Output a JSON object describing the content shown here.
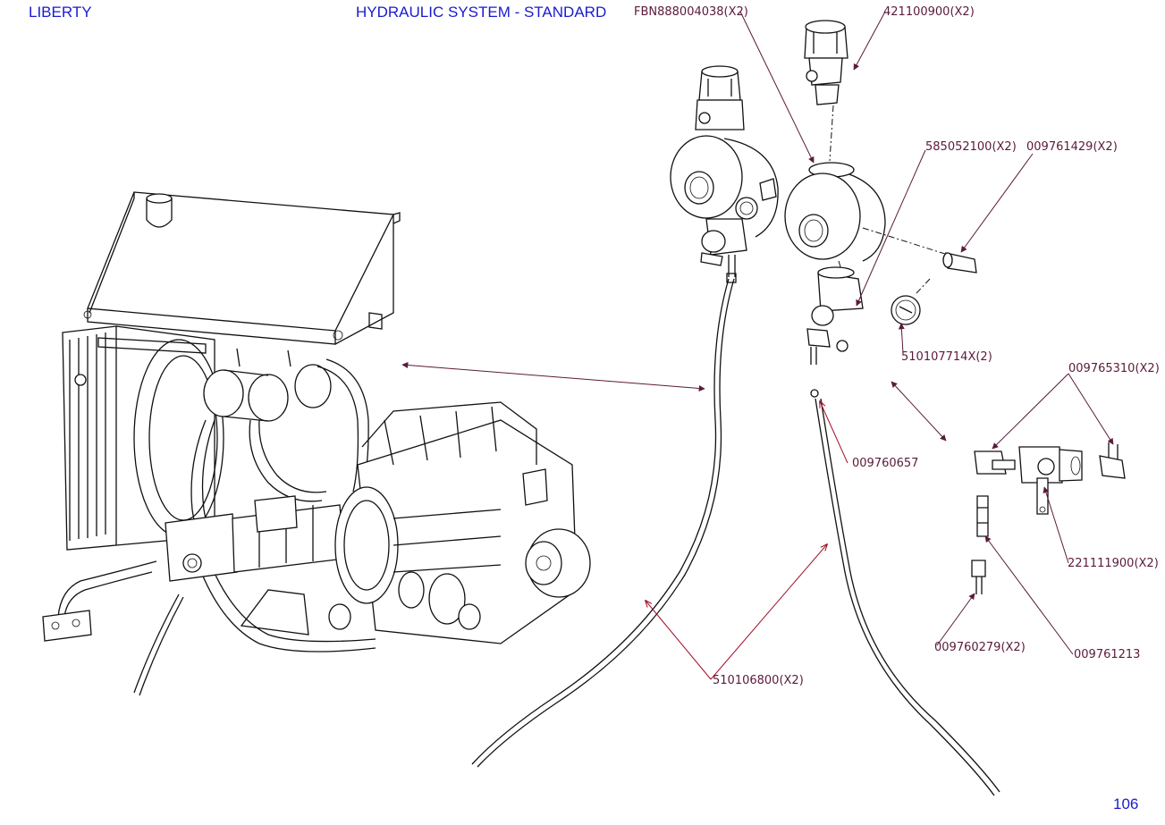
{
  "header": {
    "brand": "LIBERTY",
    "title": "HYDRAULIC SYSTEM - STANDARD",
    "page_number": "106"
  },
  "colors": {
    "header_text": "#1a1ad0",
    "callout_text": "#5a1a3a",
    "leader_line": "#5a1a3a",
    "leader_red": "#a01028",
    "drawing": "#111111"
  },
  "parts": [
    {
      "id": "p1",
      "label": "FBN888004038(X2)"
    },
    {
      "id": "p2",
      "label": "421100900(X2)"
    },
    {
      "id": "p3",
      "label": "585052100(X2)"
    },
    {
      "id": "p4",
      "label": "009761429(X2)"
    },
    {
      "id": "p5",
      "label": "510107714X(2)"
    },
    {
      "id": "p6",
      "label": "009765310(X2)"
    },
    {
      "id": "p7",
      "label": "009760657"
    },
    {
      "id": "p8",
      "label": "221111900(X2)"
    },
    {
      "id": "p9",
      "label": "009760279(X2)"
    },
    {
      "id": "p10",
      "label": "009761213"
    },
    {
      "id": "p11",
      "label": "510106800(X2)"
    }
  ]
}
